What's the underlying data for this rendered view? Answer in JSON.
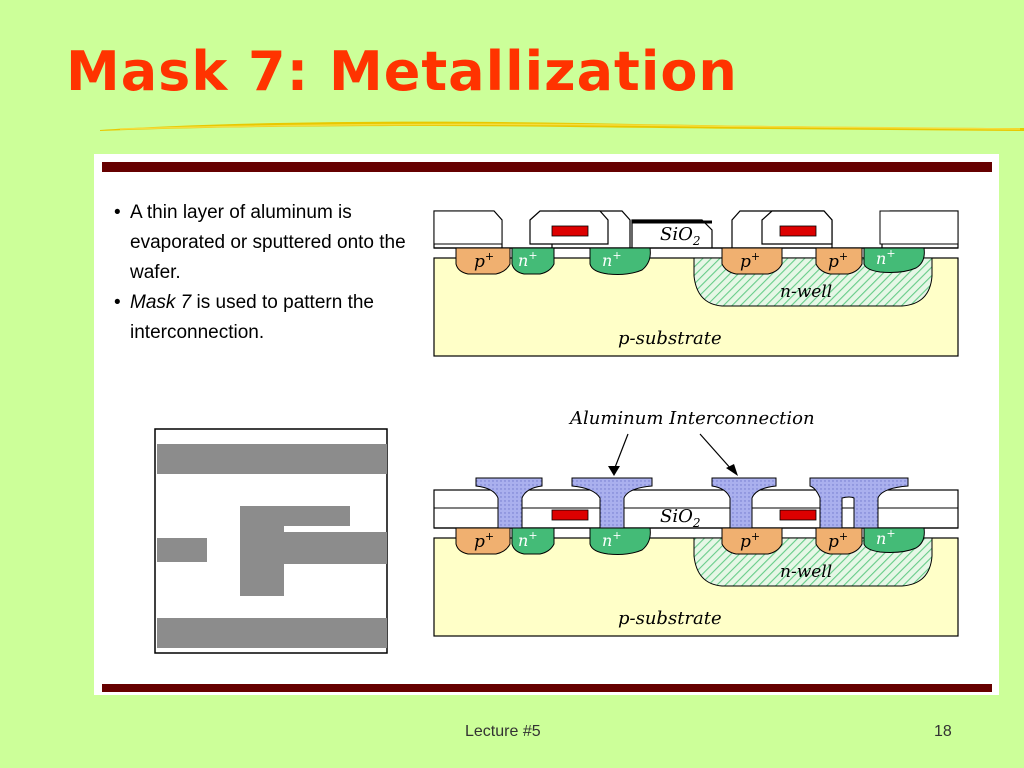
{
  "slide": {
    "title": "Mask 7: Metallization",
    "footer_left": "Lecture #5",
    "page_number": "18"
  },
  "bullets": [
    {
      "text": "A thin layer of aluminum is evaporated or sputtered onto the wafer."
    },
    {
      "emph": "Mask 7",
      "rest": " is used to pattern the interconnection."
    }
  ],
  "cross_section": {
    "labels": {
      "p_plus": "p",
      "n_plus": "n",
      "plus_sup": "+",
      "sio2": "SiO",
      "sio2_sub": "2",
      "nwell": "n-well",
      "substrate": "p-substrate",
      "aluminum": "Aluminum Interconnection"
    }
  },
  "colors": {
    "background": "#ccff99",
    "title": "#ff3300",
    "frame_bar": "#660000",
    "substrate": "#ffffc8",
    "p_plus": "#f0b070",
    "n_plus": "#44bb77",
    "nwell_hatch": "#66cc88",
    "gate": "#dd0000",
    "metal": "#aab0ee",
    "mask_gray": "#8c8c8c"
  },
  "icons": [
    "mask-pattern-graphic"
  ]
}
